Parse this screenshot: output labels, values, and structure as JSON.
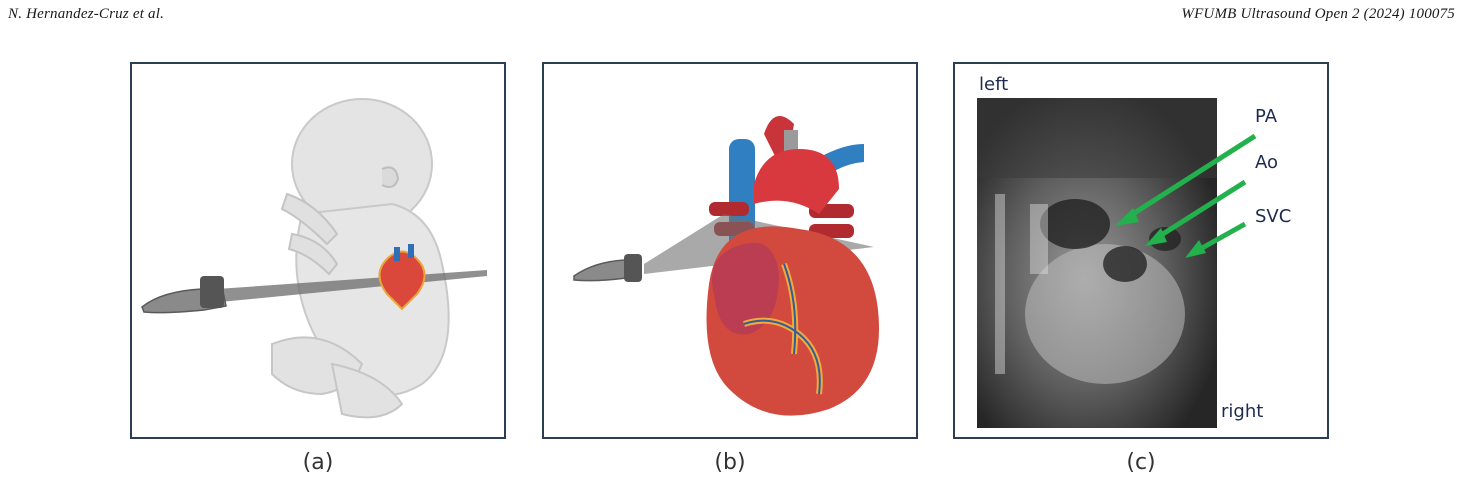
{
  "header": {
    "authors": "N. Hernandez-Cruz et al.",
    "journal": "WFUMB Ultrasound Open 2 (2024) 100075"
  },
  "panels": [
    {
      "caption": "(a)"
    },
    {
      "caption": "(b)"
    },
    {
      "caption": "(c)",
      "labels": {
        "left": "left",
        "right": "right",
        "pa": "PA",
        "ao": "Ao",
        "svc": "SVC"
      }
    }
  ],
  "colors": {
    "frame": "#2c3e55",
    "arrow": "#22b14c",
    "label_text": "#1d2b4f"
  }
}
